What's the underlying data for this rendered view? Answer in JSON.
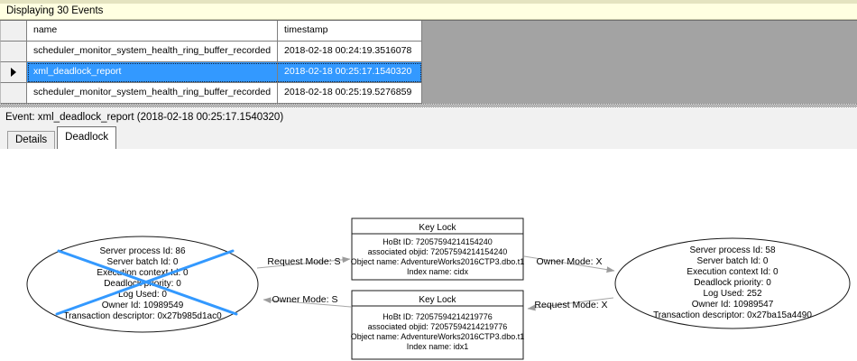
{
  "header": {
    "title": "Displaying 30 Events"
  },
  "table": {
    "columns": [
      "name",
      "timestamp"
    ],
    "rows": [
      {
        "name": "scheduler_monitor_system_health_ring_buffer_recorded",
        "timestamp": "2018-02-18 00:24:19.3516078",
        "selected": false
      },
      {
        "name": "xml_deadlock_report",
        "timestamp": "2018-02-18 00:25:17.1540320",
        "selected": true
      },
      {
        "name": "scheduler_monitor_system_health_ring_buffer_recorded",
        "timestamp": "2018-02-18 00:25:19.5276859",
        "selected": false
      }
    ]
  },
  "event_bar": {
    "label": "Event: xml_deadlock_report (2018-02-18 00:25:17.1540320)"
  },
  "tabs": [
    {
      "label": "Details",
      "active": false
    },
    {
      "label": "Deadlock",
      "active": true
    }
  ],
  "graph": {
    "victim_process": {
      "lines": [
        "Server process Id: 86",
        "Server batch Id: 0",
        "Execution context Id: 0",
        "Deadlock priority: 0",
        "Log Used: 0",
        "Owner Id: 10989549",
        "Transaction descriptor: 0x27b985d1ac0"
      ]
    },
    "other_process": {
      "lines": [
        "Server process Id: 58",
        "Server batch Id: 0",
        "Execution context Id: 0",
        "Deadlock priority: 0",
        "Log Used: 252",
        "Owner Id: 10989547",
        "Transaction descriptor: 0x27ba15a4490"
      ]
    },
    "lock_top": {
      "title": "Key Lock",
      "lines": [
        "HoBt ID: 72057594214154240",
        "associated objid: 72057594214154240",
        "Object name: AdventureWorks2016CTP3.dbo.t1",
        "Index name: cidx"
      ]
    },
    "lock_bottom": {
      "title": "Key Lock",
      "lines": [
        "HoBt ID: 72057594214219776",
        "associated objid: 72057594214219776",
        "Object name: AdventureWorks2016CTP3.dbo.t1",
        "Index name: idx1"
      ]
    },
    "edges": [
      {
        "label": "Request Mode: S"
      },
      {
        "label": "Owner Mode: S"
      },
      {
        "label": "Owner Mode: X"
      },
      {
        "label": "Request Mode: X"
      }
    ]
  },
  "colors": {
    "selection_blue": "#3399ff",
    "victim_cross_blue": "#3399ff",
    "info_bar_bg": "#ffffe1",
    "panel_bg": "#f1f1f1",
    "grid_filler_gray": "#a3a3a3",
    "edge_gray": "#a6a6a6"
  },
  "icons": {
    "current_row_indicator": "right-triangle"
  }
}
